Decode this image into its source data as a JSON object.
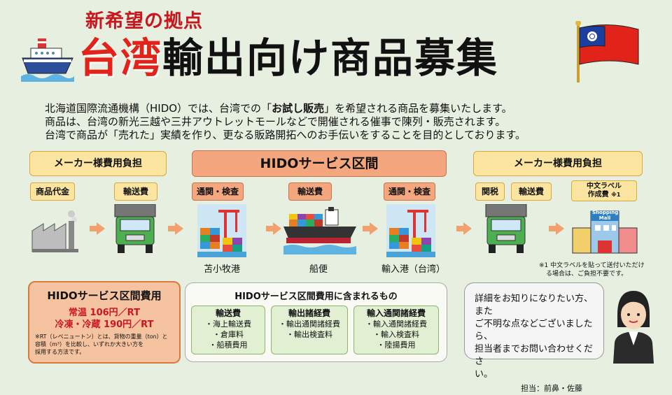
{
  "subtitle": "新希望の拠点",
  "title": {
    "red": "台湾",
    "black": "輸出向け商品募集"
  },
  "intro": {
    "line1a": "北海道国際流通機構（HIDO）では、台湾での「",
    "line1b": "お試し販売",
    "line1c": "」を希望される商品を募集いたします。",
    "line2": "商品は、台湾の新光三越や三井アウトレットモールなどで開催される催事で陳列・販売されます。",
    "line3": "台湾で商品が「売れた」実績を作り、更なる販路開拓へのお手伝いをすることを目的としております。"
  },
  "headers": {
    "maker_left": "メーカー様費用負担",
    "hido": "HIDOサービス区間",
    "maker_right": "メーカー様費用負担"
  },
  "tags": {
    "product": "商品代金",
    "transport1": "輸送費",
    "customs1": "通関・検査",
    "transport2": "輸送費",
    "customs2": "通関・検査",
    "tariff": "関税",
    "transport3": "輸送費",
    "label_l1": "中文ラベル",
    "label_l2": "作成費",
    "label_note_mark": "※1"
  },
  "captions": {
    "port1": "苫小牧港",
    "ship": "船便",
    "port2": "輸入港（台湾）"
  },
  "footnote": {
    "l1": "※1 中文ラベルを貼って送付いただけ",
    "l2": "る場合は、ご負担不要です。"
  },
  "cost": {
    "heading": "HIDOサービス区間費用",
    "normal": "常温 106円／RT",
    "frozen": "冷凍・冷蔵 190円／RT",
    "note1": "※RT（レベニュートン）とは、貨物の重量（ton）と",
    "note2": "容積（m³）を比較し、いずれか大きい方を",
    "note3": "採用する方法です。"
  },
  "included": {
    "heading": "HIDOサービス区間費用に含まれるもの",
    "groups": [
      {
        "title": "輸送費",
        "items": [
          "・海上輸送費",
          "・倉庫料",
          "・船積費用"
        ]
      },
      {
        "title": "輸出諸経費",
        "items": [
          "・輸出通関諸経費",
          "・輸出検査料"
        ]
      },
      {
        "title": "輸入通関諸経費",
        "items": [
          "・輸入通関諸経費",
          "・輸入検査料",
          "・陸揚費用"
        ]
      }
    ]
  },
  "contact": {
    "l1": "詳細をお知りになりたい方、また",
    "l2": "ご不明な点などございましたら、",
    "l3": "担当者までお問い合わせくださ",
    "l4": "い。",
    "person": "担当：前鼻・佐藤"
  },
  "mall_sign": "Shopping Mall",
  "colors": {
    "accent_red": "#e2231a",
    "orange": "#f4a77e",
    "yellow": "#fbe5a0",
    "background": "#e6efe0"
  }
}
